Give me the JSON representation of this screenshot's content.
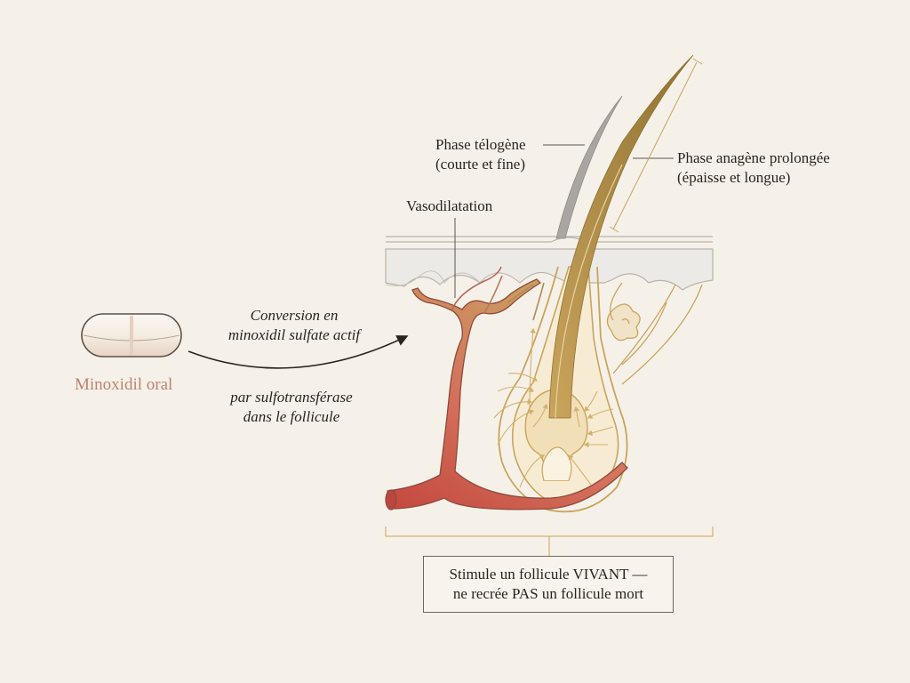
{
  "pill": {
    "label": "Minoxidil oral"
  },
  "conversion": {
    "line1": "Conversion en",
    "line2": "minoxidil sulfate actif",
    "enzyme_line1": "par sulfotransférase",
    "enzyme_line2": "dans le follicule"
  },
  "labels": {
    "telogen_line1": "Phase télogène",
    "telogen_line2": "(courte et fine)",
    "anagen_line1": "Phase anagène prolongée",
    "anagen_line2": "(épaisse et longue)",
    "vasodilation": "Vasodilatation"
  },
  "note": {
    "line1": "Stimule un follicule VIVANT —",
    "line2": "ne recrée PAS un follicule mort"
  },
  "colors": {
    "background": "#f6f1e8",
    "vessel": "#c85b4e",
    "follicle": "#c9a45c",
    "hair_anagen": "#b8933f",
    "hair_telogen": "#a9a6a2",
    "pill_label": "#b98472"
  }
}
